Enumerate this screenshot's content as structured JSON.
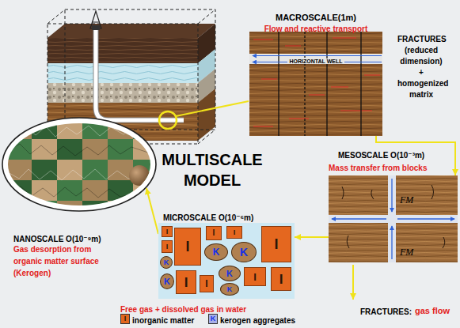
{
  "diagram": {
    "title": "MULTISCALE MODEL",
    "nodes": [
      {
        "text": [
          "MACROSCALE(1m)",
          "Flow and reactive transport",
          "HORIZONTAL WELL"
        ]
      },
      {
        "text": [
          "MESOSCALE O(10⁻³m)",
          "Mass transfer from blocks"
        ]
      },
      {
        "text": [
          "MICROSCALE O(10⁻⁶m)",
          "Free gas + dissolved gas in water"
        ]
      },
      {
        "text": [
          "I"
        ],
        "in": 2
      },
      {
        "text": [
          "I"
        ],
        "in": 2
      },
      {
        "text": [
          "I"
        ],
        "in": 2
      },
      {
        "text": [
          "I"
        ],
        "in": 2
      },
      {
        "text": [
          "I"
        ],
        "in": 2
      },
      {
        "text": [
          "I"
        ],
        "in": 2
      },
      {
        "text": [
          "K"
        ],
        "in": 2
      },
      {
        "text": [
          "K"
        ],
        "in": 2
      },
      {
        "text": [
          "K"
        ],
        "in": 2
      },
      {
        "text": [
          "K"
        ],
        "in": 2
      },
      {
        "text": [
          "I"
        ],
        "in": 2
      },
      {
        "text": [
          "I"
        ],
        "in": 2
      },
      {
        "text": [
          "I"
        ],
        "in": 2
      },
      {
        "text": [
          "K"
        ],
        "in": 2
      },
      {
        "text": [
          "I"
        ],
        "in": 2
      },
      {
        "text": [
          "K"
        ],
        "in": 2
      },
      {
        "text": [
          "NANOSCALE O(10⁻⁹m)",
          "Gas desorption from organic matter surface (Kerogen)"
        ]
      }
    ],
    "edges": [
      {
        "from": 0,
        "to": 1,
        "arrow": "to"
      },
      {
        "from": 1,
        "to": 2,
        "arrow": "to"
      },
      {
        "from": 2,
        "to": 19,
        "arrow": "to"
      }
    ],
    "labels": [
      "FRACTURES (reduced dimension) + homogenized matrix",
      "FRACTURES:",
      "gas flow",
      "FM",
      "FM",
      "I",
      "K"
    ],
    "legend": [
      {
        "text": "inorganic matter",
        "color": "#e2661e"
      },
      {
        "text": "kerogen aggregates",
        "color": "#a7b0e8"
      }
    ]
  }
}
